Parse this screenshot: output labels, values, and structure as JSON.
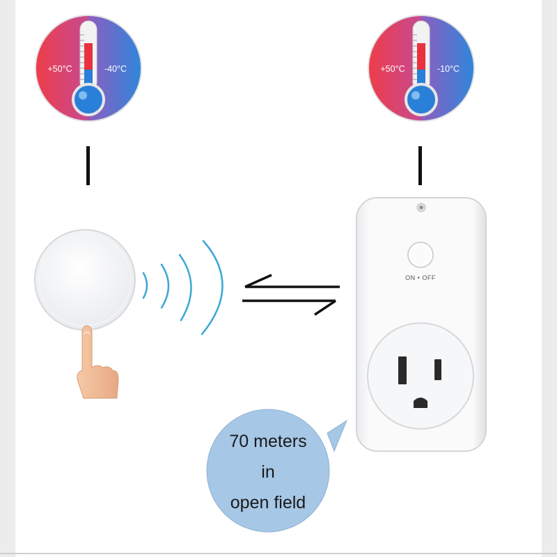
{
  "thermometers": [
    {
      "hot_label": "+50°C",
      "cold_label": "-40°C"
    },
    {
      "hot_label": "+50°C",
      "cold_label": "-10°C"
    }
  ],
  "switch": {
    "label": "ON • OFF"
  },
  "callout": {
    "lines": [
      "70 meters",
      "in",
      "open field"
    ]
  },
  "colors": {
    "hot": "#e8323f",
    "cold": "#2a7fd8",
    "signal_wave": "#3aa7d6",
    "callout_fill": "#a6c7e6"
  },
  "icons": [
    "thermometer-icon",
    "pointing-finger-icon",
    "wireless-signal-icon",
    "bidirectional-arrows-icon",
    "power-outlet-icon"
  ]
}
